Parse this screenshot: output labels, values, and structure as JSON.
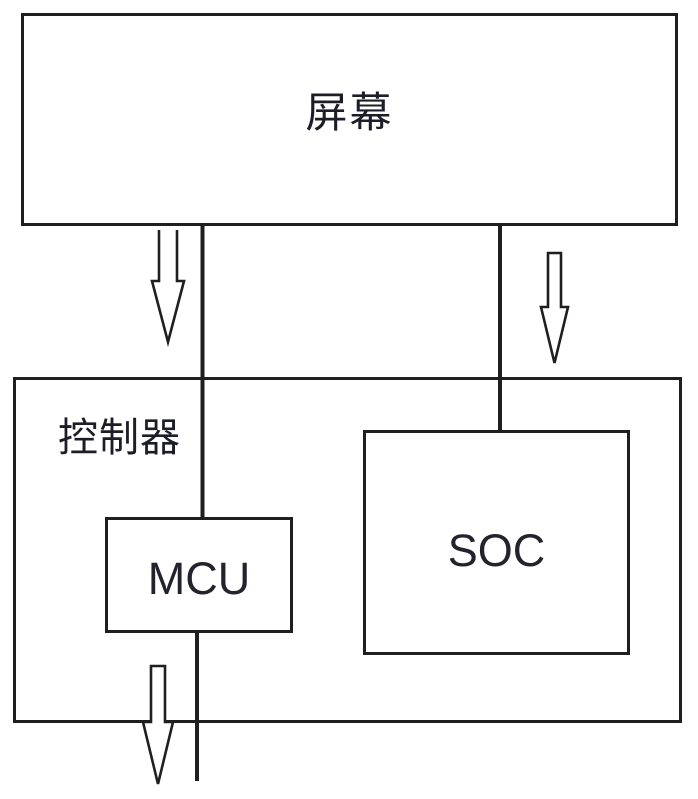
{
  "diagram": {
    "type": "block-diagram",
    "background": "#ffffff",
    "boxes": {
      "screen": {
        "label": "屏幕"
      },
      "controller": {
        "label": "控制器"
      },
      "mcu": {
        "label": "MCU"
      },
      "soc": {
        "label": "SOC"
      }
    },
    "connections": [
      {
        "name": "screen-to-controller-arrow-left",
        "from": "屏幕",
        "to": "控制器",
        "style": "hollow-arrow",
        "direction": "down"
      },
      {
        "name": "screen-to-mcu-line",
        "from": "屏幕",
        "to": "MCU",
        "style": "plain-line"
      },
      {
        "name": "screen-to-controller-arrow-right",
        "from": "屏幕",
        "to": "控制器",
        "style": "hollow-arrow",
        "direction": "down"
      },
      {
        "name": "screen-to-soc-line",
        "from": "屏幕",
        "to": "SOC",
        "style": "plain-line"
      },
      {
        "name": "controller-output-arrow",
        "from": "控制器",
        "to": "offscreen-bottom",
        "style": "hollow-arrow",
        "direction": "down"
      },
      {
        "name": "mcu-output-line",
        "from": "MCU",
        "to": "offscreen-bottom",
        "style": "plain-line"
      }
    ],
    "colors": {
      "stroke": "#1f1f1f",
      "text": "#1d1d28",
      "background": "#ffffff"
    }
  }
}
